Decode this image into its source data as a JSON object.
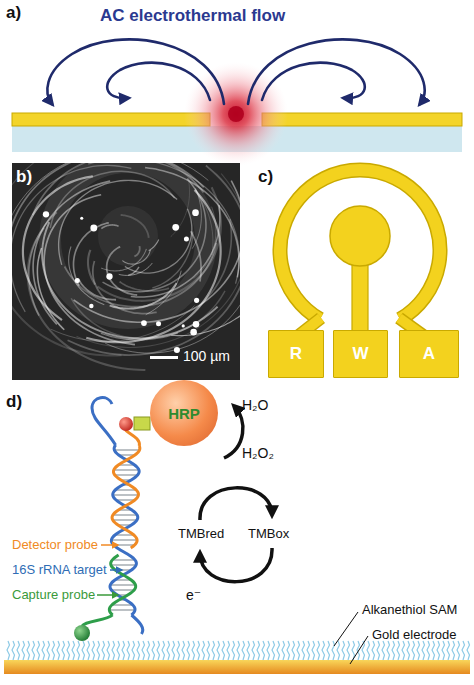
{
  "diagram": {
    "nodes": [
      {
        "text": [
          "R"
        ]
      },
      {
        "text": [
          "W"
        ]
      },
      {
        "text": [
          "A"
        ]
      },
      {
        "text": [
          "HRP"
        ]
      }
    ],
    "labels": [
      "a)",
      "AC electrothermal flow",
      "b)",
      "100 µm",
      "c)",
      "d)",
      "H₂O",
      "H₂O₂",
      "TMBred",
      "TMBox",
      "e⁻",
      "Detector probe",
      "16S rRNA target",
      "Capture probe",
      "Alkanethiol SAM",
      "Gold electrode"
    ]
  }
}
